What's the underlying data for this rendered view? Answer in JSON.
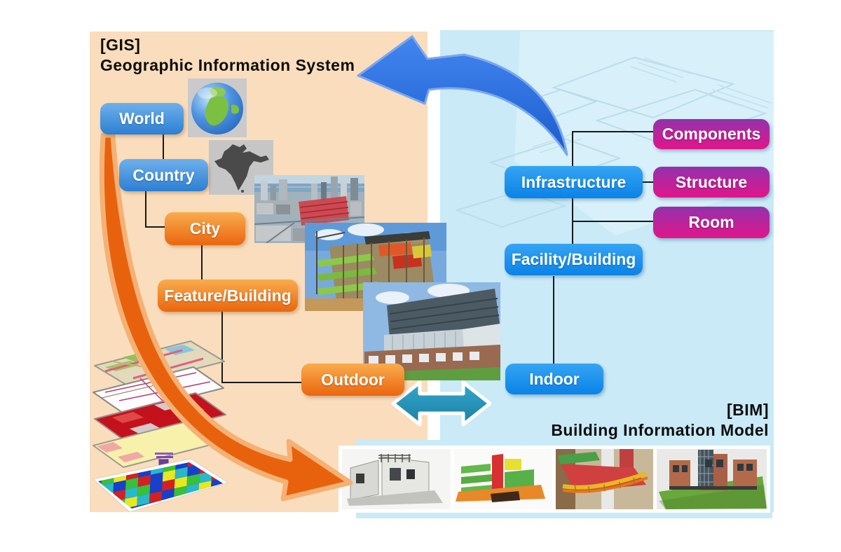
{
  "gis": {
    "tag": "[GIS]",
    "title": "Geographic Information System",
    "nodes": {
      "world": "World",
      "country": "Country",
      "city": "City",
      "feature_building": "Feature/Building",
      "outdoor": "Outdoor"
    }
  },
  "bim": {
    "tag": "[BIM]",
    "title": "Building Information Model",
    "nodes": {
      "infrastructure": "Infrastructure",
      "components": "Components",
      "structure": "Structure",
      "room": "Room",
      "facility_building": "Facility/Building",
      "indoor": "Indoor"
    }
  },
  "colors": {
    "gis_panel": "#FADDBC",
    "bim_panel": "#C9EAF6",
    "blue_node_soft": "#2B7FD2",
    "blue_node_vivid": "#0A83E8",
    "orange_node": "#EA660E",
    "purple_node": "#B11E9A",
    "connector_line": "#1A1A1A",
    "orange_arrow": "#E8620D",
    "blue_arrow": "#2A6FDE",
    "teal_arrow": "#2694B8",
    "purple_arrow": "#6B3EA2"
  }
}
